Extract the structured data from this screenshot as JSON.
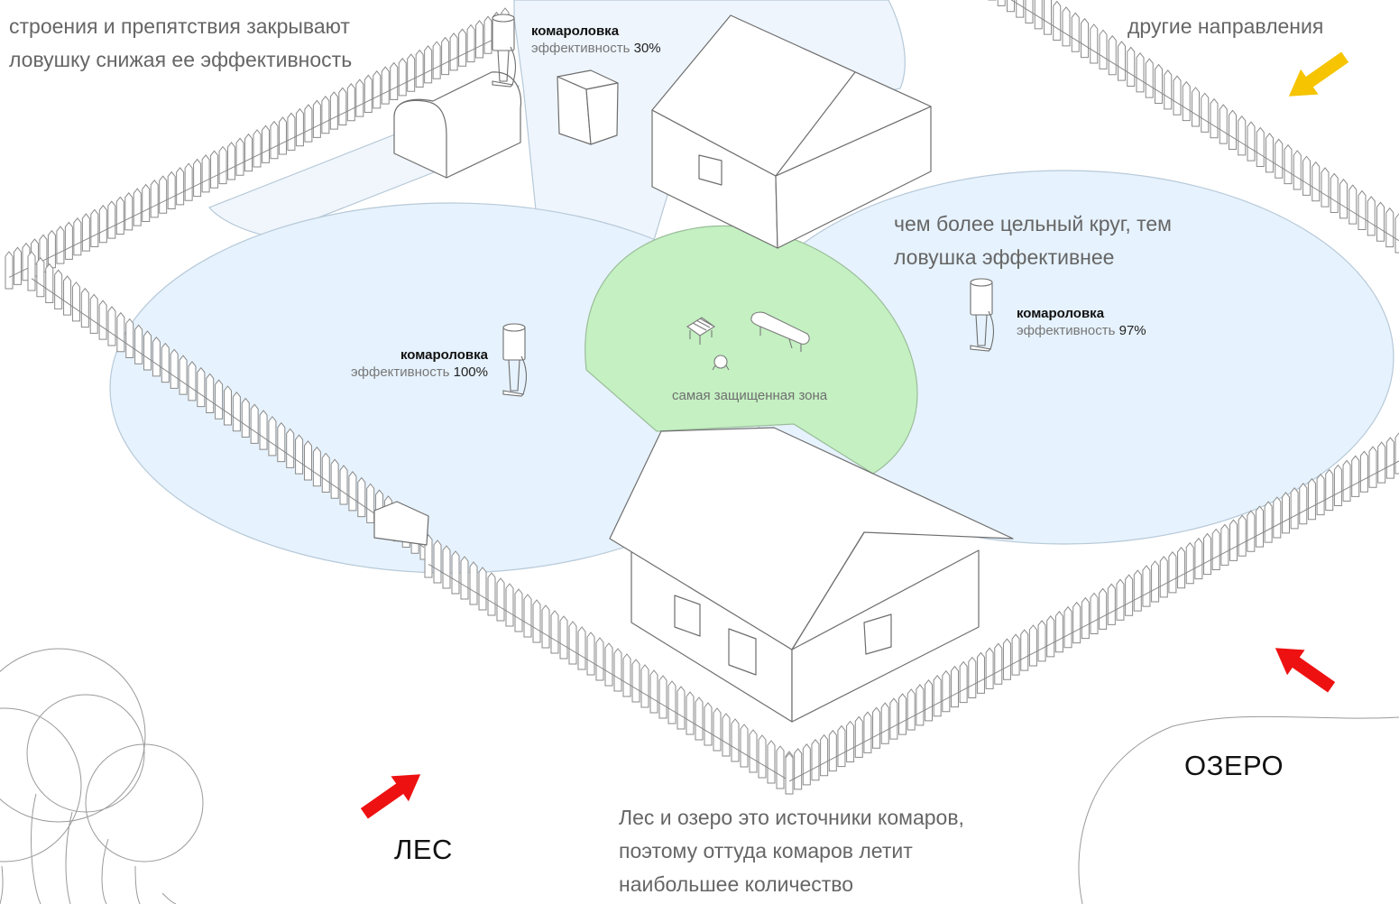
{
  "notes": {
    "obstacles": "строения и препятствия закрывают ловушку снижая ее эффективность",
    "other_directions": "другие направления",
    "circle": "чем более цельный круг, тем ловушка эффективнее",
    "sources": "Лес и озеро это источники комаров, поэтому оттуда комаров летит наибольшее количество"
  },
  "traps": [
    {
      "title": "комароловка",
      "efficiency_label": "эффективность",
      "efficiency_value": "30%"
    },
    {
      "title": "комароловка",
      "efficiency_label": "эффективность",
      "efficiency_value": "100%"
    },
    {
      "title": "комароловка",
      "efficiency_label": "эффективность",
      "efficiency_value": "97%"
    }
  ],
  "zones": {
    "protected": "самая защищенная зона"
  },
  "places": {
    "forest": "ЛЕС",
    "lake": "ОЗЕРО"
  },
  "colors": {
    "coverage": "#e6f2fd",
    "coverage_stroke": "#b7c9d8",
    "protected": "#c4f0c2",
    "arrow_main": "#ee1111",
    "arrow_other": "#f6c400",
    "line": "#6e6e6e"
  },
  "icons": [
    "mosquito-trap-icon",
    "arrow-icon",
    "bench-icon",
    "table-icon",
    "tree-icon"
  ]
}
